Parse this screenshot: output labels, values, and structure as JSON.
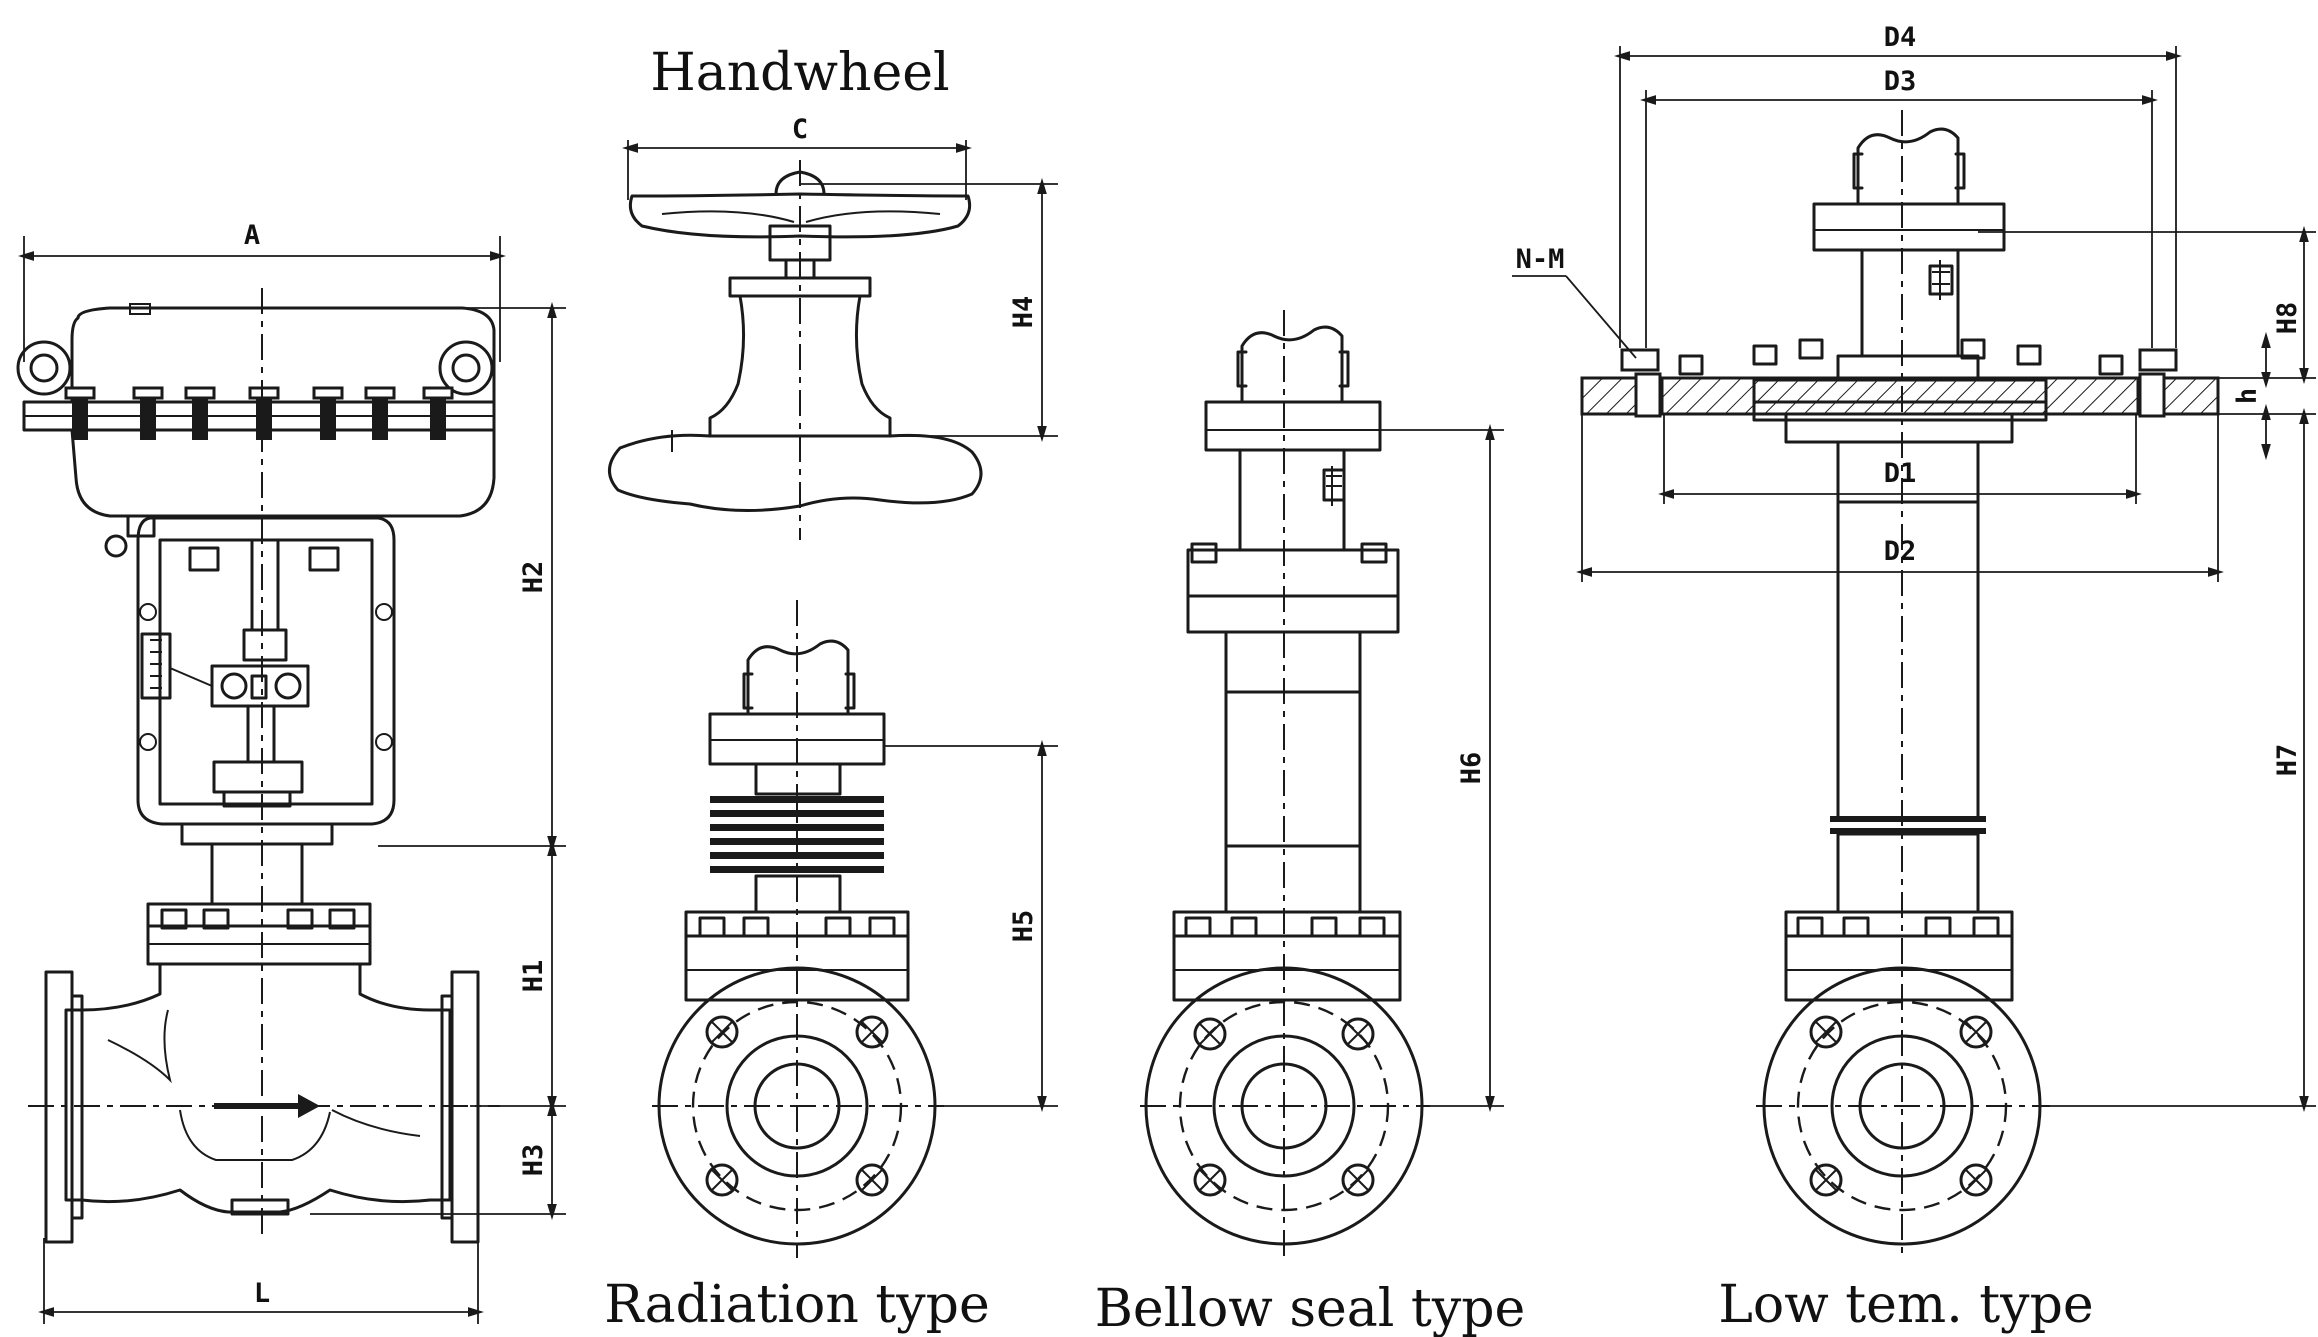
{
  "captions": {
    "handwheel": "Handwheel",
    "radiation": "Radiation type",
    "bellow": "Bellow seal type",
    "lowtem": "Low tem. type"
  },
  "dims": {
    "A": "A",
    "L": "L",
    "C": "C",
    "H1": "H1",
    "H2": "H2",
    "H3": "H3",
    "H4": "H4",
    "H5": "H5",
    "H6": "H6",
    "H7": "H7",
    "H8": "H8",
    "h": "h",
    "D1": "D1",
    "D2": "D2",
    "D3": "D3",
    "D4": "D4",
    "NM": "N-M"
  }
}
